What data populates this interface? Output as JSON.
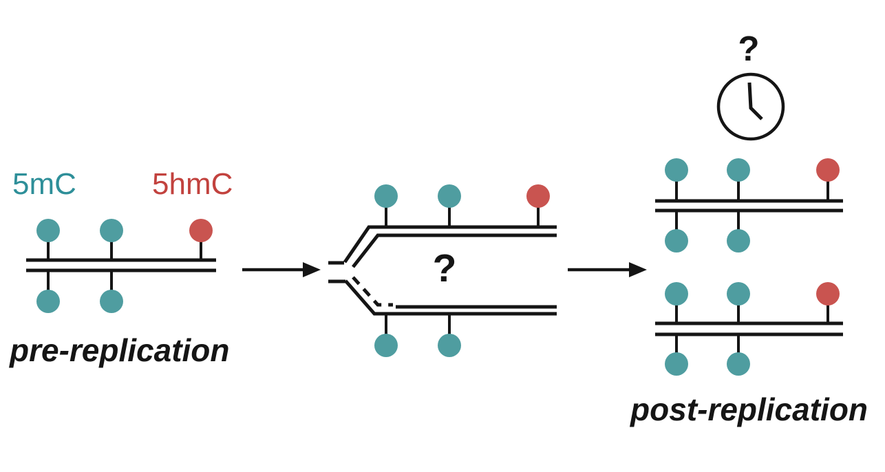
{
  "palette": {
    "teal": "#4f9da0",
    "red": "#c95450",
    "teal_text": "#2e8f99",
    "red_text": "#c2423e",
    "ink": "#151515",
    "background": "#ffffff"
  },
  "mod_colors": {
    "5mC": "teal",
    "5hmC": "red"
  },
  "legend": {
    "teal_label": "5mC",
    "red_label": "5hmC"
  },
  "pre_section": {
    "caption": "pre-replication",
    "duplex": {
      "top_marks": [
        "5mC",
        "5mC",
        "5hmC"
      ],
      "bottom_marks": [
        "5mC",
        "5mC"
      ]
    }
  },
  "fork_section": {
    "question_label": "?",
    "leading_strand_marks": [
      "5mC",
      "5mC",
      "5hmC"
    ],
    "lagging_strand_marks": [
      "5mC",
      "5mC"
    ]
  },
  "post_section": {
    "caption": "post-replication",
    "question_label": "?",
    "clock_icon": "clock",
    "duplexes": [
      {
        "top_marks": [
          "5mC",
          "5mC",
          "5hmC"
        ],
        "bottom_marks": [
          "5mC",
          "5mC"
        ]
      },
      {
        "top_marks": [
          "5mC",
          "5mC",
          "5hmC"
        ],
        "bottom_marks": [
          "5mC",
          "5mC"
        ]
      }
    ]
  }
}
